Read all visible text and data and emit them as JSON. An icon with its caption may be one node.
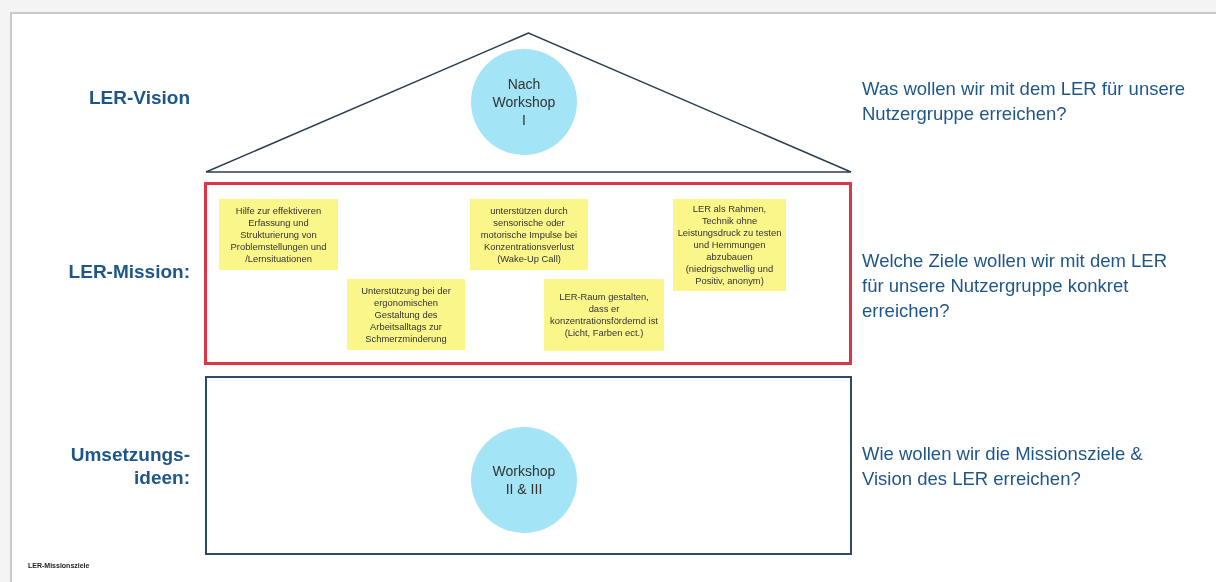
{
  "diagram": {
    "caption": "LER-Missionsziele",
    "nodes": [
      {
        "text": [],
        "shape": "triangle"
      },
      {
        "text": [
          "Nach Workshop I"
        ],
        "in": 0
      },
      {
        "text": [],
        "shape": "box"
      },
      {
        "text": [
          "Hilfe zur effektiveren Erfassung  und Strukturierung von Problemstellungen und /Lernsituationen"
        ],
        "in": 2
      },
      {
        "text": [
          "unterstützen durch sensorische oder motorische Impulse bei Konzentrationsverlust (Wake-Up Call)"
        ],
        "in": 2
      },
      {
        "text": [
          "LER als Rahmen, Technik ohne Leistungsdruck zu testen und Hemmungen abzubauen (niedrigschwellig und Positiv, anonym)"
        ],
        "in": 2
      },
      {
        "text": [
          "Unterstützung bei der ergonomischen Gestaltung des Arbeitsalltags zur Schmerzminderung"
        ],
        "in": 2
      },
      {
        "text": [
          "LER-Raum gestalten, dass er konzentrationsfördernd ist (Licht, Farben ect.)"
        ],
        "in": 2
      },
      {
        "text": [],
        "shape": "box"
      },
      {
        "text": [
          "Workshop II & III"
        ],
        "in": 8
      }
    ],
    "edges": [],
    "labels": [
      "LER-Vision",
      "Was wollen wir mit dem LER für unsere Nutzergruppe erreichen?",
      "LER-Mission:",
      "Welche Ziele wollen wir mit dem LER für unsere Nutzergruppe konkret erreichen?",
      "Umsetzungs- ideen:",
      "Wie wollen wir die Missionsziele & Vision des LER erreichen?"
    ]
  }
}
